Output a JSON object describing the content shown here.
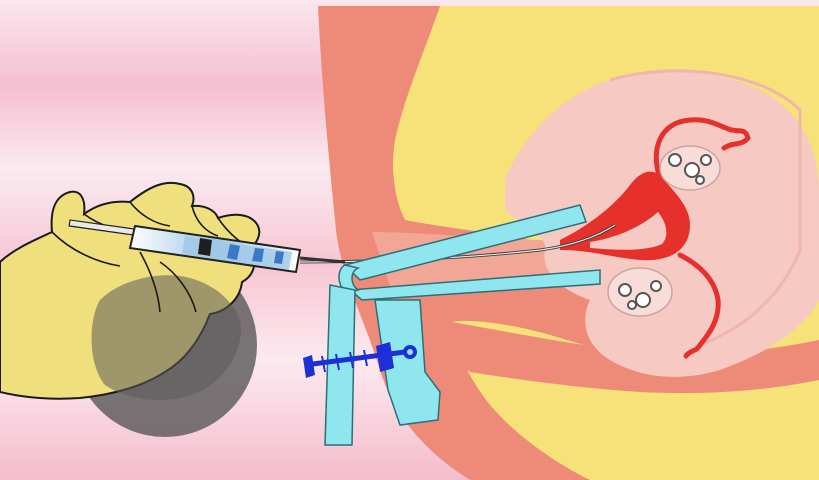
{
  "diagram": {
    "subject": "intrauterine-insemination",
    "colors": {
      "background_pink": "#f7c6d4",
      "background_light": "#fbeaf0",
      "body_yellow": "#f7e27a",
      "tissue_salmon": "#ee8b78",
      "uterus_pink": "#f6c9c2",
      "uterus_red": "#e5302c",
      "speculum_cyan": "#8fe6ee",
      "screw_blue": "#1d2fd6",
      "glove_yellow": "#efe07d",
      "shadow_gray": "#5c5a5a",
      "syringe_fluid": "#9fc7e6"
    },
    "parts": [
      "background",
      "body-cross-section",
      "vaginal-canal",
      "uterus",
      "fallopian-tubes",
      "ovaries",
      "speculum",
      "speculum-screw",
      "catheter",
      "syringe",
      "gloved-hand",
      "shadow-blob"
    ]
  }
}
